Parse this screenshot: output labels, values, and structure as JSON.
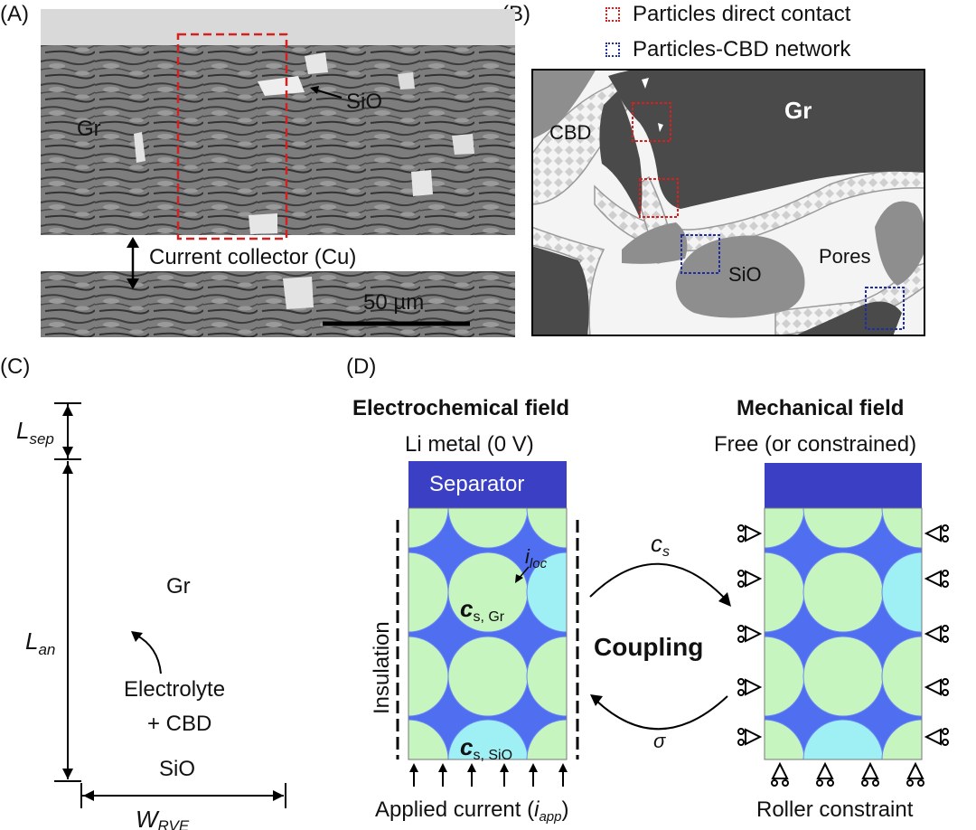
{
  "panels": {
    "a": {
      "label": "(A)",
      "labels": {
        "gr": "Gr",
        "sio": "SiO",
        "collector": "Current collector (Cu)",
        "scale": "50 µm"
      }
    },
    "b": {
      "label": "(B)",
      "legend": {
        "red": "Particles direct contact",
        "blue": "Particles-CBD network"
      },
      "labels": {
        "gr": "Gr",
        "cbd": "CBD",
        "sio": "SiO",
        "pores": "Pores"
      },
      "colors": {
        "dark": "#4a4a4a",
        "medium": "#8e8e8e",
        "cbd": "#c8c8c8",
        "red": "#d62020",
        "blue": "#1f2fa0"
      }
    },
    "c": {
      "label": "(C)",
      "labels": {
        "l_sep": "L",
        "l_sep_sub": "sep",
        "l_an": "L",
        "l_an_sub": "an",
        "gr": "Gr",
        "electrolyte": "Electrolyte",
        "cbd": "+ CBD",
        "sio": "SiO",
        "w_rve": "W",
        "w_rve_sub": "RVE"
      }
    },
    "d": {
      "label": "(D)",
      "electrochem": {
        "title": "Electrochemical field",
        "top": "Li metal (0 V)",
        "separator": "Separator",
        "side": "Insulation",
        "bottom_pre": "Applied current (",
        "bottom_sym": "i",
        "bottom_sub": "app",
        "bottom_post": ")",
        "cs_gr": "c",
        "cs_gr_sub": "s, Gr",
        "cs_sio": "c",
        "cs_sio_sub": "s, SiO",
        "iloc": "i",
        "iloc_sub": "loc"
      },
      "mechanical": {
        "title": "Mechanical field",
        "top": "Free (or constrained)",
        "bottom": "Roller constraint"
      },
      "coupling": {
        "label": "Coupling",
        "top": "c",
        "top_sub": "s",
        "bottom": "σ"
      },
      "colors": {
        "separator": "#3a3fc4",
        "electrolyte": "#4f6ff0",
        "gr_particle": "#c6f5c0",
        "sio_particle": "#9ef0f5"
      }
    }
  }
}
